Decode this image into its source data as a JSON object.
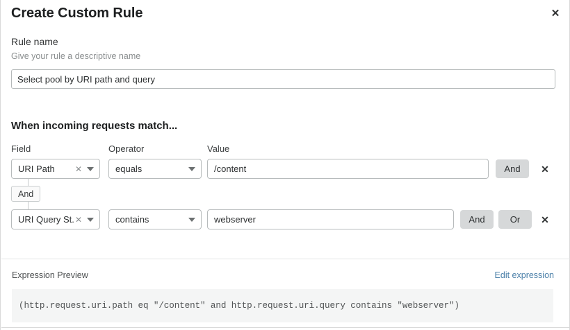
{
  "dialog": {
    "title": "Create Custom Rule",
    "close_icon": "close-icon"
  },
  "rule_name": {
    "label": "Rule name",
    "hint": "Give your rule a descriptive name",
    "value": "Select pool by URI path and query",
    "placeholder": "Give your rule a descriptive name"
  },
  "match_section": {
    "heading": "When incoming requests match...",
    "columns": {
      "field": "Field",
      "operator": "Operator",
      "value": "Value"
    },
    "rows": [
      {
        "field": "URI Path",
        "clear_icon": "close-small-icon",
        "caret_icon": "chevron-down-icon",
        "operator": "equals",
        "value": "/content",
        "logic_buttons": [
          "And"
        ],
        "delete_icon": "close-icon"
      },
      {
        "field": "URI Query St...",
        "clear_icon": "close-small-icon",
        "caret_icon": "chevron-down-icon",
        "operator": "contains",
        "value": "webserver",
        "logic_buttons": [
          "And",
          "Or"
        ],
        "delete_icon": "close-icon"
      }
    ],
    "connector_label": "And"
  },
  "expression_preview": {
    "label": "Expression Preview",
    "edit_link": "Edit expression",
    "code": "(http.request.uri.path eq \"/content\" and http.request.uri.query contains \"webserver\")"
  },
  "colors": {
    "link": "#4a7fa8",
    "logic_button_bg": "#d6d8d9",
    "code_bg": "#f4f5f5",
    "border": "#b7bbbc",
    "text": "#2c2f30",
    "muted_text": "#8a8e8f"
  }
}
